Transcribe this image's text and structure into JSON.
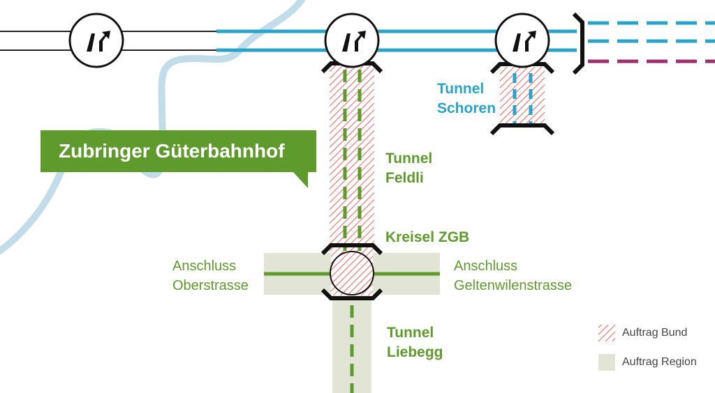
{
  "callout": {
    "title": "Zubringer Güterbahnhof"
  },
  "labels": {
    "tunnel_schoren": [
      "Tunnel",
      "Schoren"
    ],
    "tunnel_feldli": [
      "Tunnel",
      "Feldli"
    ],
    "kreisel": "Kreisel ZGB",
    "anschluss_ober": [
      "Anschluss",
      "Oberstrasse"
    ],
    "anschluss_gelten": [
      "Anschluss",
      "Geltenwilenstrasse"
    ],
    "tunnel_liebegg": [
      "Tunnel",
      "Liebegg"
    ]
  },
  "legend": [
    {
      "label": "Auftrag Bund",
      "pattern": "red-hatch"
    },
    {
      "label": "Auftrag Region",
      "pattern": "beige-fill"
    }
  ],
  "icons": [
    "interchange-icon",
    "interchange-icon",
    "interchange-icon"
  ],
  "colors": {
    "green": "#5e9a2c",
    "blue": "#2aa3c9",
    "purple": "#9c2f6e",
    "red_hatch": "#e8625a",
    "beige": "#e2e5d6",
    "river": "#c3dcea"
  }
}
